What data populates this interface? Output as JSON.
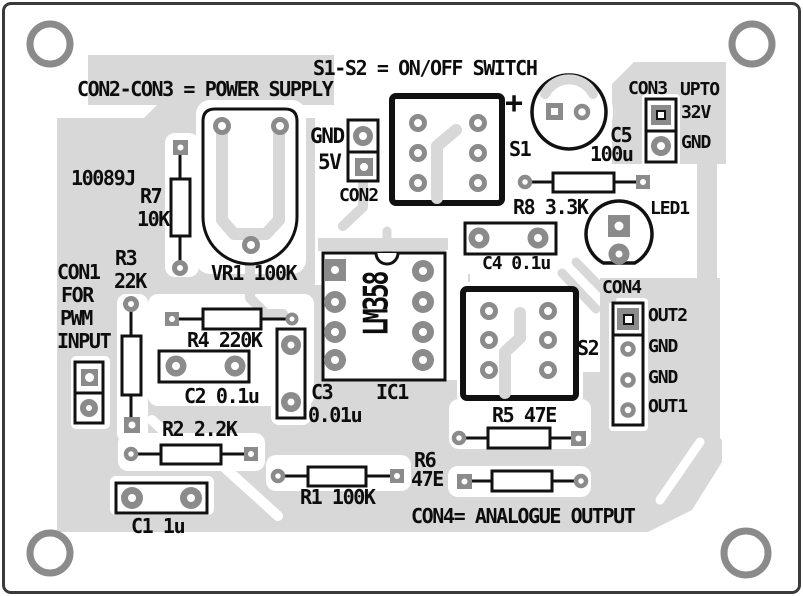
{
  "notes": {
    "power_supply": "CON2-CON3 = POWER SUPPLY",
    "switch": "S1-S2 = ON/OFF SWITCH",
    "analogue_output": "CON4= ANALOGUE OUTPUT",
    "board_id": "10089J",
    "polarity_plus": "+"
  },
  "connectors": {
    "con1": {
      "caption_lines": [
        "CON1",
        "FOR",
        "PWM",
        "INPUT"
      ]
    },
    "con2": {
      "name": "CON2",
      "pin_gnd": "GND",
      "pin_5v": "5V"
    },
    "con3": {
      "name": "CON3",
      "rating": "UPTO",
      "pin_32v": "32V",
      "pin_gnd": "GND"
    },
    "con4": {
      "name": "CON4",
      "pin_out2": "OUT2",
      "pin_gnd_a": "GND",
      "pin_gnd_b": "GND",
      "pin_out1": "OUT1"
    }
  },
  "components": {
    "vr1": {
      "label": "VR1 100K"
    },
    "ic1": {
      "name": "IC1",
      "part": "LM358"
    },
    "s1": {
      "label": "S1"
    },
    "s2": {
      "label": "S2"
    },
    "led1": {
      "label": "LED1"
    },
    "r1": {
      "label": "R1 100K"
    },
    "r2": {
      "label": "R2 2.2K"
    },
    "r3": {
      "name": "R3",
      "value": "22K"
    },
    "r4": {
      "label": "R4 220K"
    },
    "r5": {
      "label": "R5 47E"
    },
    "r6": {
      "name": "R6",
      "value": "47E"
    },
    "r7": {
      "name": "R7",
      "value": "10K"
    },
    "r8": {
      "label": "R8 3.3K"
    },
    "c1": {
      "label": "C1 1u"
    },
    "c2": {
      "label": "C2 0.1u"
    },
    "c3": {
      "name": "C3",
      "value": "0.01u"
    },
    "c4": {
      "label": "C4 0.1u"
    },
    "c5": {
      "name": "C5",
      "value": "100u"
    }
  },
  "colors": {
    "copper": "#d8d8d8",
    "pad": "#8b8b8b",
    "silkscreen": "#111111",
    "background": "#ffffff"
  }
}
